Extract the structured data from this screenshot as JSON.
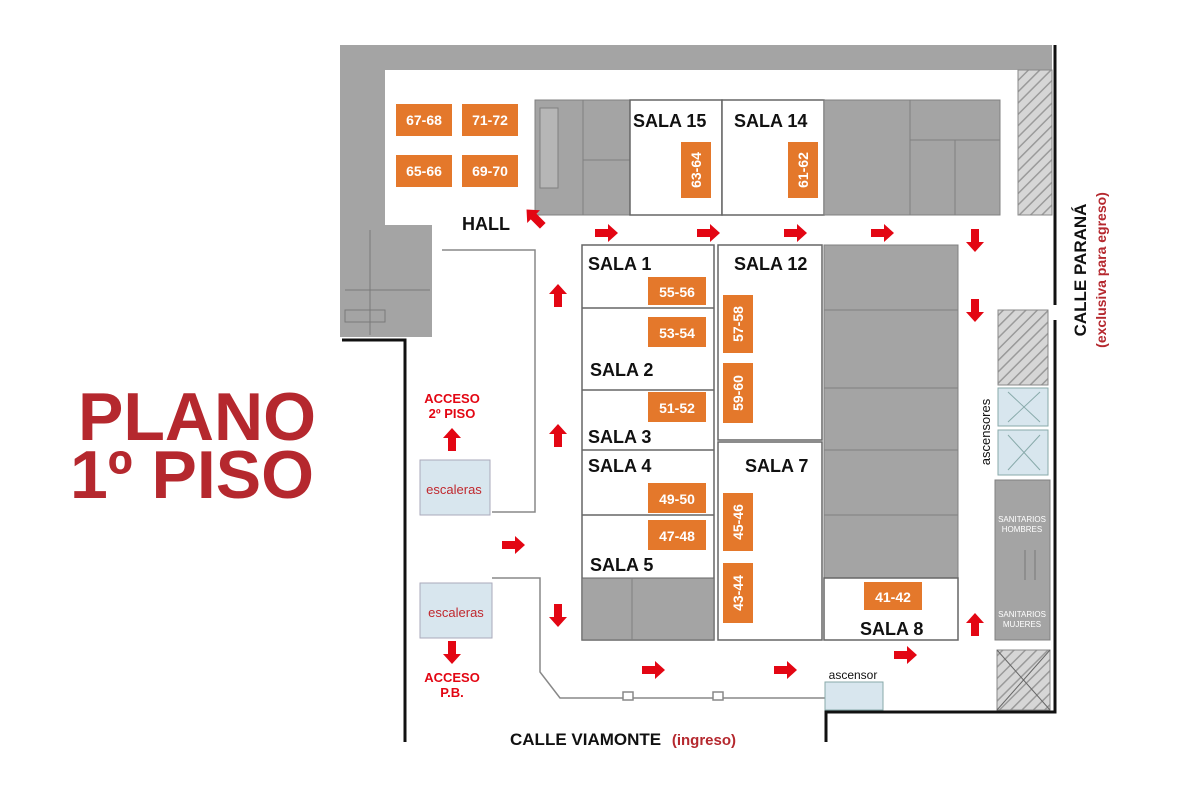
{
  "title": {
    "line1": "PLANO",
    "line2": "1º PISO"
  },
  "colors": {
    "title": "#b5282e",
    "booth": "#e4782b",
    "arrow": "#e30613",
    "room": "#a4a4a4",
    "wall": "#111111"
  },
  "halls": {
    "hall": "HALL",
    "sala15": "SALA 15",
    "sala14": "SALA 14",
    "sala12": "SALA 12",
    "sala1": "SALA 1",
    "sala2": "SALA 2",
    "sala3": "SALA 3",
    "sala4": "SALA 4",
    "sala5": "SALA 5",
    "sala7": "SALA 7",
    "sala8": "SALA 8"
  },
  "booths": {
    "b6768": "67-68",
    "b7172": "71-72",
    "b6566": "65-66",
    "b6970": "69-70",
    "b6364": "63-64",
    "b6162": "61-62",
    "b5556": "55-56",
    "b5354": "53-54",
    "b5152": "51-52",
    "b4950": "49-50",
    "b4748": "47-48",
    "b5758": "57-58",
    "b5960": "59-60",
    "b4546": "45-46",
    "b4344": "43-44",
    "b4142": "41-42"
  },
  "facilities": {
    "stairs_top": "escaleras",
    "stairs_bottom": "escaleras",
    "elevators": "ascensores",
    "elevator": "ascensor",
    "men_line1": "SANITARIOS",
    "men_line2": "HOMBRES",
    "women_line1": "SANITARIOS",
    "women_line2": "MUJERES"
  },
  "access": {
    "second_line1": "ACCESO",
    "second_line2": "2º PISO",
    "ground_line1": "ACCESO",
    "ground_line2": "P.B."
  },
  "streets": {
    "viamonte": "CALLE VIAMONTE",
    "viamonte_note": "(ingreso)",
    "parana": "CALLE PARANÁ",
    "parana_note": "(exclusiva para egreso)"
  }
}
